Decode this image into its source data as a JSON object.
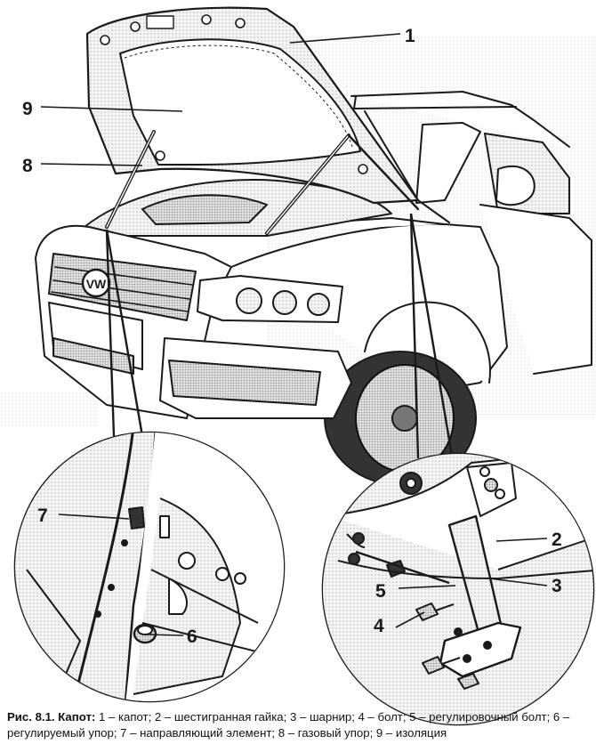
{
  "figure": {
    "caption_label": "Рис. 8.1. Капот:",
    "caption_text": "1 – капот; 2 – шестигранная гайка; 3 – шарнир; 4 – болт; 5 – регулировочный болт; 6 – регулируемый упор; 7 – направляющий элемент; 8 – газовый упор; 9 – изоляция"
  },
  "callouts": [
    {
      "id": "1",
      "label": "1"
    },
    {
      "id": "2",
      "label": "2"
    },
    {
      "id": "3",
      "label": "3"
    },
    {
      "id": "4",
      "label": "4"
    },
    {
      "id": "5",
      "label": "5"
    },
    {
      "id": "6",
      "label": "6"
    },
    {
      "id": "7",
      "label": "7"
    },
    {
      "id": "8",
      "label": "8"
    },
    {
      "id": "9",
      "label": "9"
    }
  ],
  "logo_text": "VW"
}
